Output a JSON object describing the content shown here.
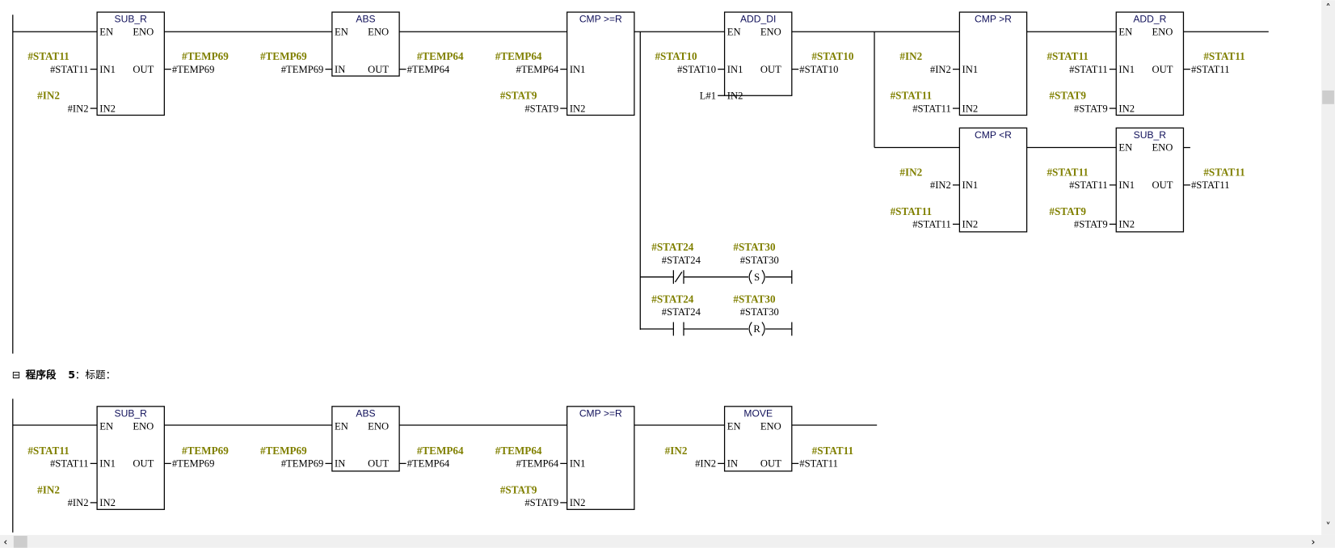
{
  "networks": [
    {
      "id": "network-4",
      "boxes": [
        {
          "title": "SUB_R",
          "en": "EN",
          "eno": "ENO",
          "inputs": [
            {
              "pin": "IN1",
              "addr": "#STAT11",
              "sym": "#STAT11"
            },
            {
              "pin": "IN2",
              "addr": "#IN2",
              "sym": "#IN2"
            }
          ],
          "outputs": [
            {
              "pin": "OUT",
              "addr": "#TEMP69",
              "sym": "#TEMP69"
            }
          ]
        },
        {
          "title": "ABS",
          "en": "EN",
          "eno": "ENO",
          "inputs": [
            {
              "pin": "IN",
              "addr": "#TEMP69",
              "sym": "#TEMP69"
            }
          ],
          "outputs": [
            {
              "pin": "OUT",
              "addr": "#TEMP64",
              "sym": "#TEMP64"
            }
          ]
        },
        {
          "title": "CMP >=R",
          "inputs": [
            {
              "pin": "IN1",
              "addr": "#TEMP64",
              "sym": "#TEMP64"
            },
            {
              "pin": "IN2",
              "addr": "#STAT9",
              "sym": "#STAT9"
            }
          ],
          "outputs": []
        },
        {
          "title": "ADD_DI",
          "en": "EN",
          "eno": "ENO",
          "inputs": [
            {
              "pin": "IN1",
              "addr": "#STAT10",
              "sym": "#STAT10"
            },
            {
              "pin": "IN2",
              "addr": "L#1"
            }
          ],
          "outputs": [
            {
              "pin": "OUT",
              "addr": "#STAT10",
              "sym": "#STAT10"
            }
          ]
        },
        {
          "title": "CMP >R",
          "inputs": [
            {
              "pin": "IN1",
              "addr": "#IN2",
              "sym": "#IN2"
            },
            {
              "pin": "IN2",
              "addr": "#STAT11",
              "sym": "#STAT11"
            }
          ],
          "outputs": []
        },
        {
          "title": "ADD_R",
          "en": "EN",
          "eno": "ENO",
          "inputs": [
            {
              "pin": "IN1",
              "addr": "#STAT11",
              "sym": "#STAT11"
            },
            {
              "pin": "IN2",
              "addr": "#STAT9",
              "sym": "#STAT9"
            }
          ],
          "outputs": [
            {
              "pin": "OUT",
              "addr": "#STAT11",
              "sym": "#STAT11"
            }
          ]
        },
        {
          "title": "CMP <R",
          "inputs": [
            {
              "pin": "IN1",
              "addr": "#IN2",
              "sym": "#IN2"
            },
            {
              "pin": "IN2",
              "addr": "#STAT11",
              "sym": "#STAT11"
            }
          ],
          "outputs": []
        },
        {
          "title": "SUB_R",
          "en": "EN",
          "eno": "ENO",
          "inputs": [
            {
              "pin": "IN1",
              "addr": "#STAT11",
              "sym": "#STAT11"
            },
            {
              "pin": "IN2",
              "addr": "#STAT9",
              "sym": "#STAT9"
            }
          ],
          "outputs": [
            {
              "pin": "OUT",
              "addr": "#STAT11",
              "sym": "#STAT11"
            }
          ]
        }
      ],
      "branches": [
        {
          "contact": {
            "type": "normally-closed",
            "addr": "#STAT24",
            "sym": "#STAT24"
          },
          "coil": {
            "type": "S",
            "label": "S",
            "addr": "#STAT30",
            "sym": "#STAT30"
          }
        },
        {
          "contact": {
            "type": "normally-open",
            "addr": "#STAT24",
            "sym": "#STAT24"
          },
          "coil": {
            "type": "R",
            "label": "R",
            "addr": "#STAT30",
            "sym": "#STAT30"
          }
        }
      ]
    },
    {
      "id": "network-5",
      "header": {
        "toggle": "⊟",
        "label": "程序段",
        "number": "5",
        "title": "：标题："
      },
      "boxes": [
        {
          "title": "SUB_R",
          "en": "EN",
          "eno": "ENO",
          "inputs": [
            {
              "pin": "IN1",
              "addr": "#STAT11",
              "sym": "#STAT11"
            },
            {
              "pin": "IN2",
              "addr": "#IN2",
              "sym": "#IN2"
            }
          ],
          "outputs": [
            {
              "pin": "OUT",
              "addr": "#TEMP69",
              "sym": "#TEMP69"
            }
          ]
        },
        {
          "title": "ABS",
          "en": "EN",
          "eno": "ENO",
          "inputs": [
            {
              "pin": "IN",
              "addr": "#TEMP69",
              "sym": "#TEMP69"
            }
          ],
          "outputs": [
            {
              "pin": "OUT",
              "addr": "#TEMP64",
              "sym": "#TEMP64"
            }
          ]
        },
        {
          "title": "CMP >=R",
          "inputs": [
            {
              "pin": "IN1",
              "addr": "#TEMP64",
              "sym": "#TEMP64"
            },
            {
              "pin": "IN2",
              "addr": "#STAT9",
              "sym": "#STAT9"
            }
          ],
          "outputs": []
        },
        {
          "title": "MOVE",
          "en": "EN",
          "eno": "ENO",
          "inputs": [
            {
              "pin": "IN",
              "addr": "#IN2",
              "sym": "#IN2"
            }
          ],
          "outputs": [
            {
              "pin": "OUT",
              "addr": "#STAT11",
              "sym": "#STAT11"
            }
          ]
        }
      ]
    }
  ],
  "scrollbars": {
    "up": "˄",
    "down": "˅",
    "left": "‹",
    "right": "›"
  },
  "colors": {
    "symbol": "#808000",
    "wire": "#000000",
    "scroll_track": "#f0f0f0",
    "scroll_thumb": "#cdcdcd"
  }
}
